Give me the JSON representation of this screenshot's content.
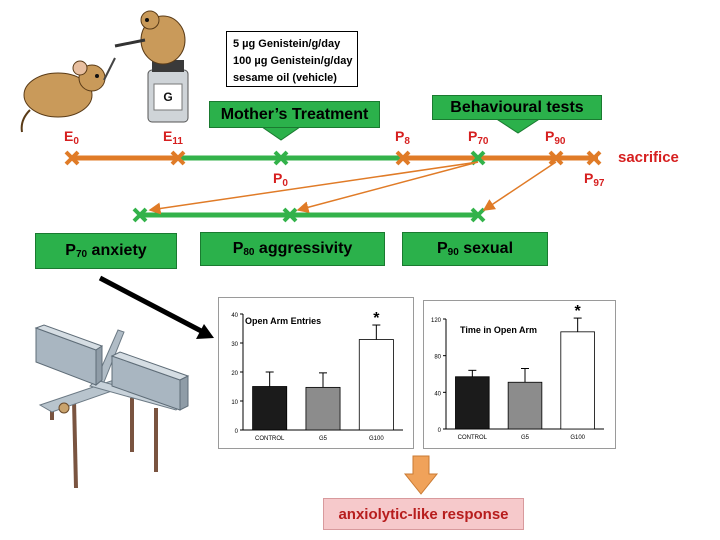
{
  "treatment_doses": [
    "5 µg Genistein/g/day",
    "100 µg Genistein/g/day",
    "sesame oil (vehicle)"
  ],
  "boxes": {
    "mothers_treatment": "Mother’s Treatment",
    "behavioural_tests": "Behavioural tests"
  },
  "timeline": {
    "E0": {
      "main": "E",
      "sub": "0"
    },
    "E11": {
      "main": "E",
      "sub": "11"
    },
    "P0": {
      "main": "P",
      "sub": "0"
    },
    "P8": {
      "main": "P",
      "sub": "8"
    },
    "P70": {
      "main": "P",
      "sub": "70"
    },
    "P90": {
      "main": "P",
      "sub": "90"
    },
    "P97": {
      "main": "P",
      "sub": "97"
    },
    "sacrifice": "sacrifice"
  },
  "tests": {
    "anxiety": {
      "main": "P",
      "sub": "70",
      "label": " anxiety"
    },
    "aggressivity": {
      "main": "P",
      "sub": "80",
      "label": " aggressivity"
    },
    "sexual": {
      "main": "P",
      "sub": "90",
      "label": " sexual"
    }
  },
  "colors": {
    "green": "#2bb14b",
    "green_line": "#33b24a",
    "orange_line": "#e07b27",
    "red_text": "#d61f1f",
    "bar_control": "#1b1b1b",
    "bar_g5": "#8c8c8c",
    "bar_g100": "#ffffff",
    "result_bg": "#f6c9cb",
    "down_arrow": "#f0a25a"
  },
  "icons": [
    "mouse-mother-illustration",
    "plus-maze-apparatus-illustration",
    "right-arrow-icon",
    "down-arrow-icon"
  ],
  "chart_data": [
    {
      "type": "bar",
      "title": "Open Arm Entries",
      "categories": [
        "CONTROL",
        "G5",
        "G100"
      ],
      "values": [
        15,
        14.7,
        31.2
      ],
      "errors": [
        5,
        5,
        5
      ],
      "ylim": [
        0,
        40
      ],
      "yticks": [
        0,
        10,
        20,
        30,
        40
      ],
      "significance": [
        "",
        "",
        "*"
      ]
    },
    {
      "type": "bar",
      "title": "Time in Open Arm",
      "categories": [
        "CONTROL",
        "G5",
        "G100"
      ],
      "values": [
        57,
        51,
        106
      ],
      "errors": [
        7,
        15,
        15
      ],
      "ylim": [
        0,
        120
      ],
      "yticks": [
        0,
        40,
        80,
        120
      ],
      "significance": [
        "",
        "",
        "*"
      ]
    }
  ],
  "result": "anxiolytic-like response"
}
